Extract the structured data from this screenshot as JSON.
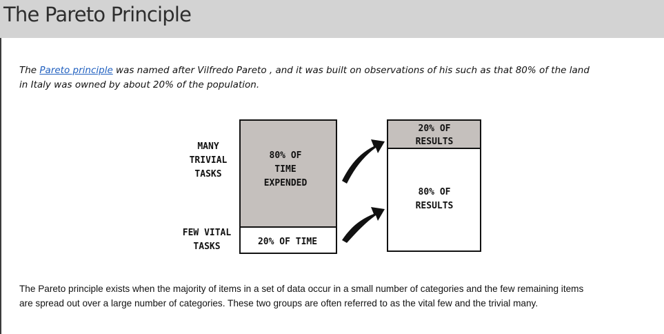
{
  "title": "The Pareto Principle",
  "intro": {
    "prefix": "The ",
    "link_text": "Pareto principle",
    "suffix": " was named after Vilfredo Pareto , and it was built on observations of his such as that 80% of the land",
    "line2": "in Italy was owned by about 20% of the population."
  },
  "diagram": {
    "left_labels": {
      "many_trivial": [
        "MANY",
        "TRIVIAL",
        "TASKS"
      ],
      "few_vital": [
        "FEW VITAL",
        "TASKS"
      ]
    },
    "time_box": {
      "top": [
        "80% OF",
        "TIME",
        "EXPENDED"
      ],
      "bottom": "20% OF TIME"
    },
    "results_box": {
      "top": [
        "20% OF",
        "RESULTS"
      ],
      "bottom": [
        "80% OF",
        "RESULTS"
      ]
    },
    "colors": {
      "shaded": "#c5c0bd",
      "outline": "#111111"
    }
  },
  "body": {
    "line1": "The Pareto principle exists when the majority of items in a set of data occur in a small number of categories and the few remaining items",
    "line2": "are spread out over a large number of categories. These two groups are often referred to as the vital few and the trivial many."
  }
}
